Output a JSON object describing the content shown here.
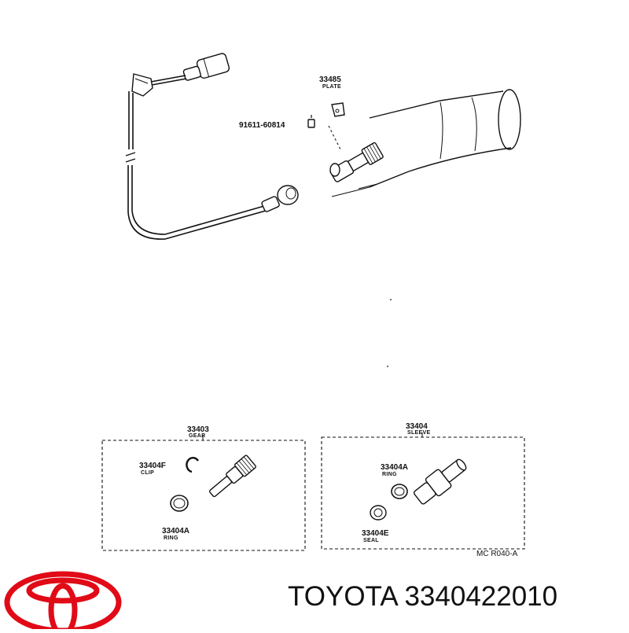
{
  "callouts": {
    "plate": {
      "number": "33485",
      "name": "PLATE"
    },
    "bolt": {
      "number": "91611-60814"
    },
    "gear": {
      "number": "33403",
      "name": "GEAR"
    },
    "sleeve": {
      "number": "33404",
      "name": "SLEEVE"
    },
    "clip": {
      "number": "33404F",
      "name": "CLIP"
    },
    "gear_ring": {
      "number": "33404A",
      "name": "RING"
    },
    "sleeve_ring": {
      "number": "33404A",
      "name": "RING"
    },
    "seal": {
      "number": "33404E",
      "name": "SEAL"
    }
  },
  "diagram_code": "MC R040-A",
  "brand": {
    "caption": "TOYOTA 3340422010",
    "logo_color": "#e10a17"
  }
}
